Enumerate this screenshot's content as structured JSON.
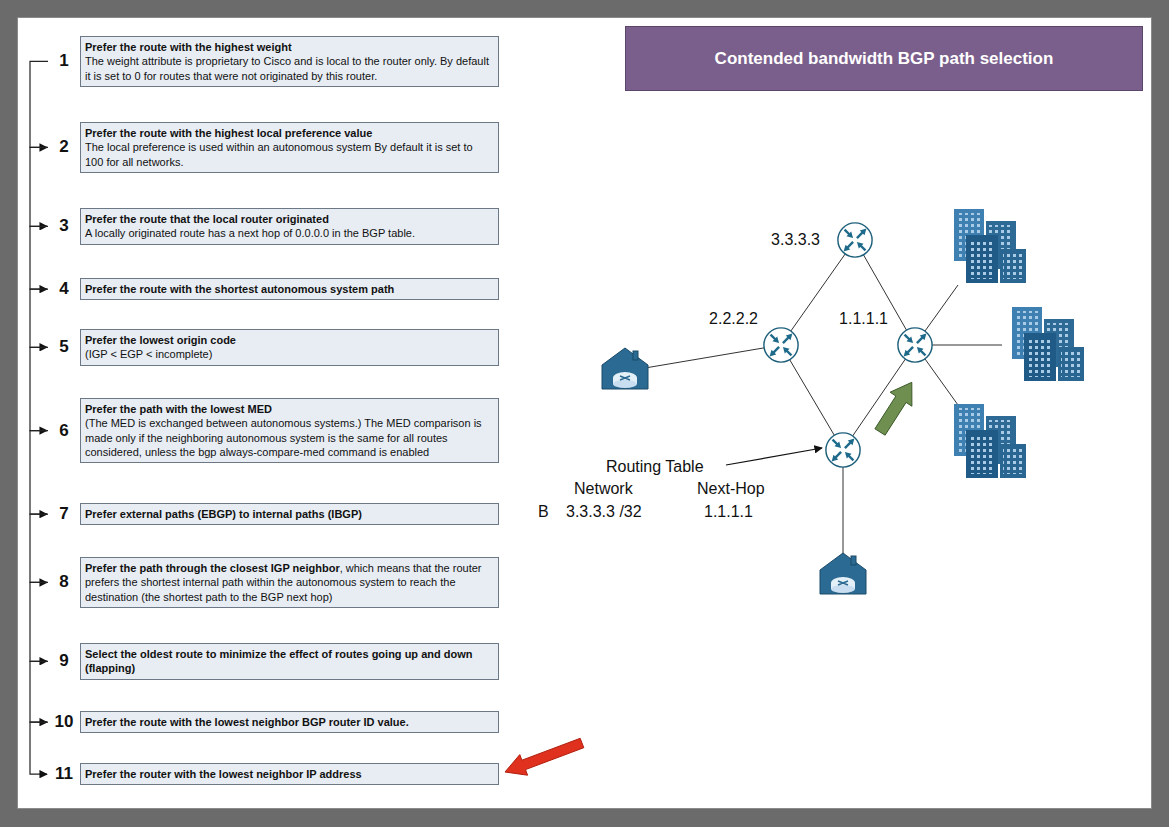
{
  "diagram": {
    "title": "Contended bandwidth BGP path selection",
    "nodes": [
      {
        "text": [
          "1",
          "Prefer the route with the highest weight",
          "The weight attribute is proprietary to Cisco and is local to the router only. By default it is set to 0 for routes that were not originated by this router."
        ]
      },
      {
        "text": [
          "2",
          "Prefer the route with the highest local preference value",
          "The local preference is used within an autonomous system By default it is set to 100 for all networks."
        ]
      },
      {
        "text": [
          "3",
          "Prefer the route that the local router originated",
          "A locally originated route has a next hop of 0.0.0.0 in the BGP table."
        ]
      },
      {
        "text": [
          "4",
          "Prefer the route with the shortest autonomous system path"
        ]
      },
      {
        "text": [
          "5",
          "Prefer the lowest origin code",
          "(IGP < EGP < incomplete)"
        ]
      },
      {
        "text": [
          "6",
          "Prefer the path with the lowest MED",
          "(The MED is exchanged between autonomous systems.) The MED comparison is made only if the neighboring autonomous system is the same for all routes considered, unless the bgp always-compare-med command is enabled"
        ]
      },
      {
        "text": [
          "7",
          "Prefer external paths (EBGP) to internal paths (IBGP)"
        ]
      },
      {
        "text": [
          "8",
          "Prefer the path through the closest IGP neighbor",
          ", which means that the router prefers the shortest internal path within the autonomous system to reach the destination (the shortest path to the BGP next hop)"
        ]
      },
      {
        "text": [
          "9",
          "Select the oldest route to minimize the effect of routes going up and down (flapping)"
        ]
      },
      {
        "text": [
          "10",
          "Prefer the route with the lowest neighbor BGP router ID value."
        ]
      },
      {
        "text": [
          "11",
          "Prefer the router with the lowest neighbor IP address"
        ]
      },
      {
        "text": [
          "3.3.3.3"
        ]
      },
      {
        "text": [
          "2.2.2.2"
        ]
      },
      {
        "text": [
          "1.1.1.1"
        ]
      }
    ],
    "edges": [
      {
        "from": 0,
        "to": 1,
        "arrow": "to"
      },
      {
        "from": 1,
        "to": 2,
        "arrow": "to"
      },
      {
        "from": 2,
        "to": 3,
        "arrow": "to"
      },
      {
        "from": 3,
        "to": 4,
        "arrow": "to"
      },
      {
        "from": 4,
        "to": 5,
        "arrow": "to"
      },
      {
        "from": 5,
        "to": 6,
        "arrow": "to"
      },
      {
        "from": 6,
        "to": 7,
        "arrow": "to"
      },
      {
        "from": 7,
        "to": 8,
        "arrow": "to"
      },
      {
        "from": 8,
        "to": 9,
        "arrow": "to"
      },
      {
        "from": 9,
        "to": 10,
        "arrow": "to"
      },
      {
        "from": 11,
        "to": 12,
        "arrow": "none"
      },
      {
        "from": 11,
        "to": 13,
        "arrow": "none"
      }
    ],
    "labels": [
      "Routing Table",
      "Network",
      "Next-Hop",
      "B",
      "3.3.3.3 /32",
      "1.1.1.1"
    ]
  }
}
